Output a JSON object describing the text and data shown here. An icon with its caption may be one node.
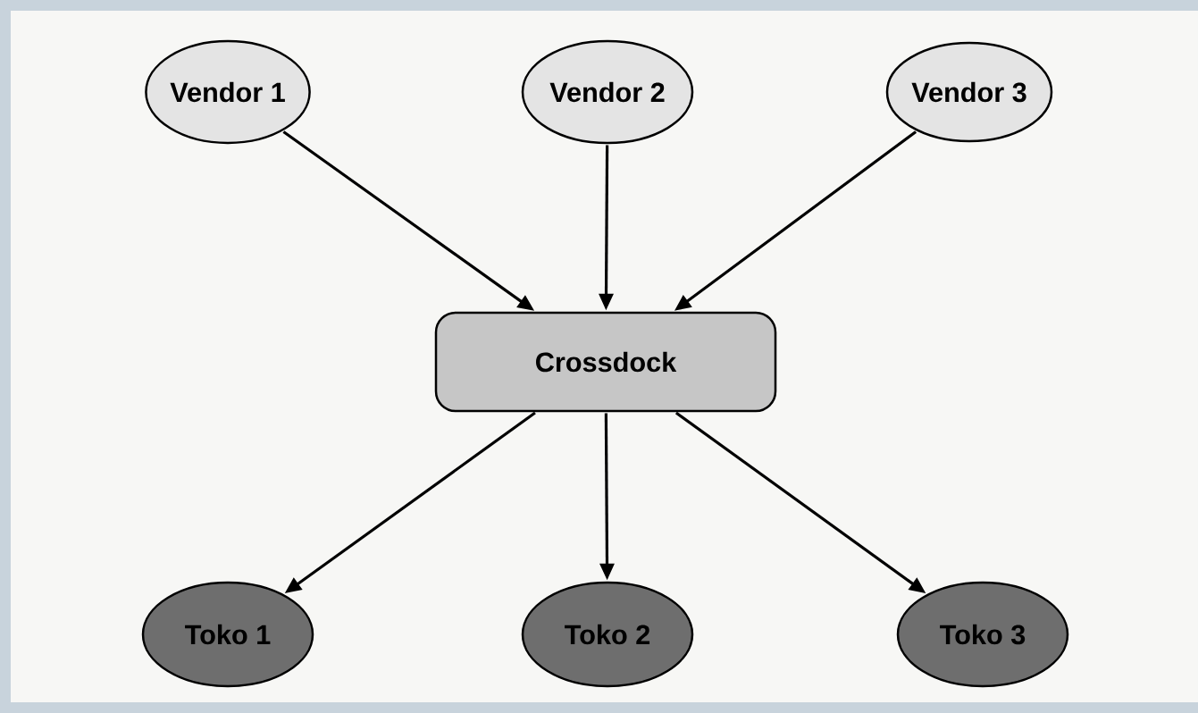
{
  "diagram": {
    "nodes": [
      {
        "text": [
          "Vendor 1"
        ]
      },
      {
        "text": [
          "Vendor 2"
        ]
      },
      {
        "text": [
          "Vendor 3"
        ]
      },
      {
        "text": [
          "Crossdock"
        ]
      },
      {
        "text": [
          "Toko 1"
        ]
      },
      {
        "text": [
          "Toko 2"
        ]
      },
      {
        "text": [
          "Toko 3"
        ]
      }
    ],
    "edges": [
      {
        "from": 0,
        "to": 3,
        "arrow": "to"
      },
      {
        "from": 1,
        "to": 3,
        "arrow": "to"
      },
      {
        "from": 2,
        "to": 3,
        "arrow": "to"
      },
      {
        "from": 3,
        "to": 4,
        "arrow": "to"
      },
      {
        "from": 3,
        "to": 5,
        "arrow": "to"
      },
      {
        "from": 3,
        "to": 6,
        "arrow": "to"
      }
    ]
  }
}
